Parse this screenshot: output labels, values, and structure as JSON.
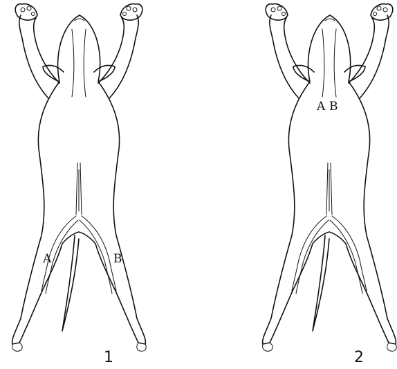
{
  "figures": [
    {
      "number": "1",
      "marker_left": "A",
      "marker_right": "B"
    },
    {
      "number": "2",
      "marker_left": "A",
      "marker_right": "B"
    }
  ],
  "colors": {
    "ink": "#111111",
    "background": "#ffffff"
  }
}
